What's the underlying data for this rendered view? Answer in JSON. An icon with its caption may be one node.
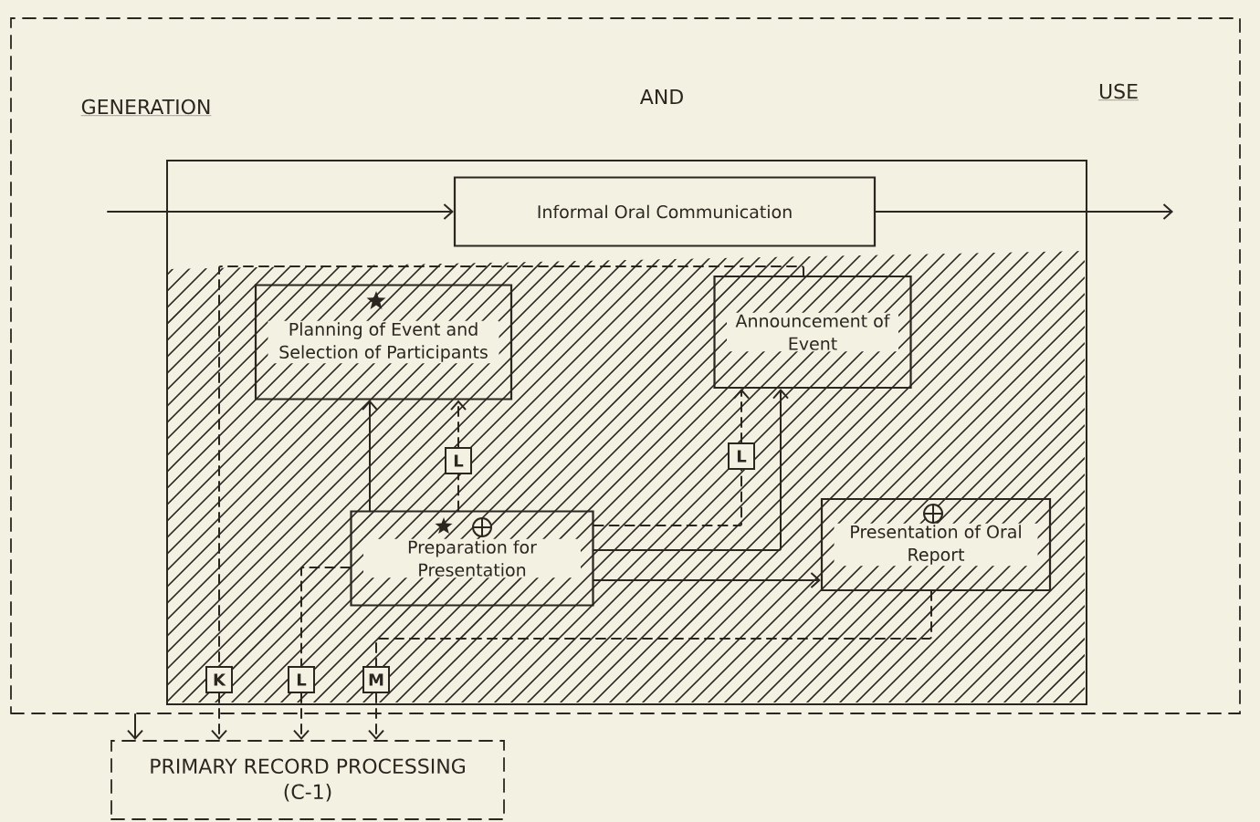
{
  "diagram": {
    "nodes": [
      {
        "text": [
          "GENERATION",
          "AND",
          "USE"
        ]
      },
      {
        "text": [],
        "shape": "box",
        "in": 0
      },
      {
        "text": [
          "Informal Oral Communication"
        ],
        "in": 1
      },
      {
        "text": [
          "Planning of Event and Selection of Participants"
        ],
        "in": 1
      },
      {
        "text": [
          "Announcement of Event"
        ],
        "in": 1
      },
      {
        "text": [
          "Preparation for Presentation"
        ],
        "in": 1
      },
      {
        "text": [
          "Presentation of Oral Report"
        ],
        "in": 1
      },
      {
        "text": [
          "K"
        ],
        "in": 1
      },
      {
        "text": [
          "L"
        ],
        "in": 1
      },
      {
        "text": [
          "L"
        ],
        "in": 1
      },
      {
        "text": [
          "L"
        ],
        "in": 1
      },
      {
        "text": [
          "M"
        ],
        "in": 1
      },
      {
        "text": [
          "PRIMARY RECORD PROCESSING (C-1)"
        ]
      }
    ],
    "edges": [
      {
        "from": null,
        "to": 2,
        "arrow": "to"
      },
      {
        "from": 2,
        "to": null,
        "arrow": "to"
      },
      {
        "from": 5,
        "to": 3,
        "arrow": "to"
      },
      {
        "from": 5,
        "to": 8,
        "arrow": "none",
        "style": "dashed"
      },
      {
        "from": 8,
        "to": 3,
        "arrow": "to",
        "style": "dashed"
      },
      {
        "from": 5,
        "to": 4,
        "arrow": "to"
      },
      {
        "from": 5,
        "to": 9,
        "arrow": "none",
        "style": "dashed"
      },
      {
        "from": 9,
        "to": 4,
        "arrow": "to",
        "style": "dashed"
      },
      {
        "from": 5,
        "to": 6,
        "arrow": "to"
      },
      {
        "from": 4,
        "to": 7,
        "arrow": "none",
        "style": "dashed"
      },
      {
        "from": 7,
        "to": 12,
        "arrow": "to",
        "style": "dashed"
      },
      {
        "from": 5,
        "to": 10,
        "arrow": "none",
        "style": "dashed"
      },
      {
        "from": 10,
        "to": 12,
        "arrow": "to",
        "style": "dashed"
      },
      {
        "from": 6,
        "to": 11,
        "arrow": "none",
        "style": "dashed"
      },
      {
        "from": 11,
        "to": 12,
        "arrow": "to",
        "style": "dashed"
      },
      {
        "from": 0,
        "to": 12,
        "arrow": "to"
      }
    ]
  }
}
